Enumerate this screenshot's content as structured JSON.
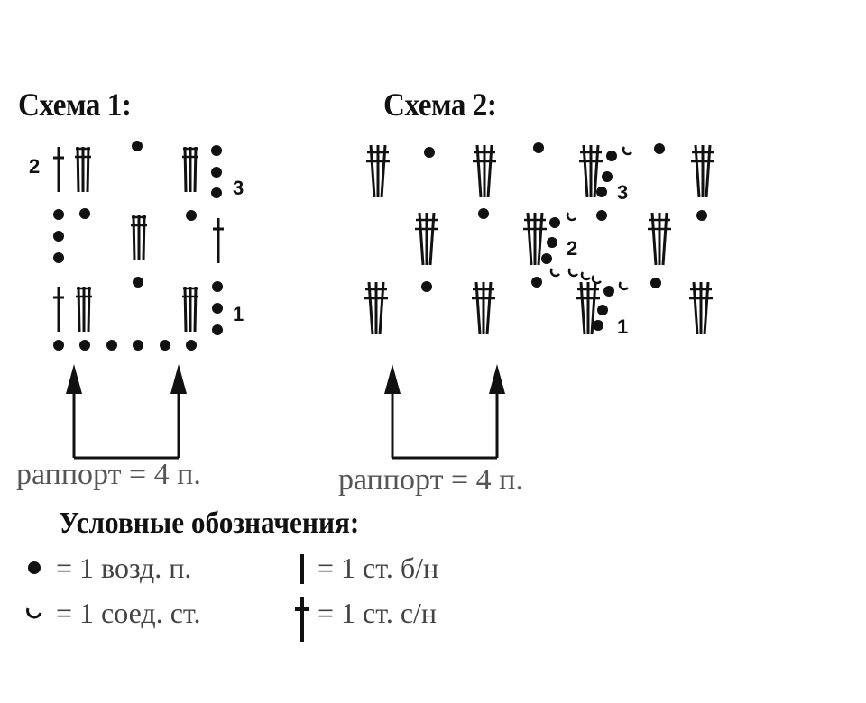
{
  "scheme1": {
    "title": "Схема 1:",
    "row_labels": [
      "2",
      "3",
      "1"
    ],
    "rapport": "раппорт = 4 п."
  },
  "scheme2": {
    "title": "Схема 2:",
    "row_labels": [
      "3",
      "2",
      "1"
    ],
    "rapport": "раппорт = 4 п."
  },
  "legend": {
    "title": "Условные обозначения:",
    "items": [
      {
        "symbol": "chain-dot",
        "text": "= 1 возд. п."
      },
      {
        "symbol": "slip-stitch-arc",
        "text": "= 1 соед. ст."
      },
      {
        "symbol": "single-crochet-bar",
        "text": "= 1 ст. б/н"
      },
      {
        "symbol": "double-crochet-cross",
        "text": "= 1 ст. с/н"
      }
    ]
  },
  "colors": {
    "ink": "#111111",
    "caption": "#555555"
  }
}
